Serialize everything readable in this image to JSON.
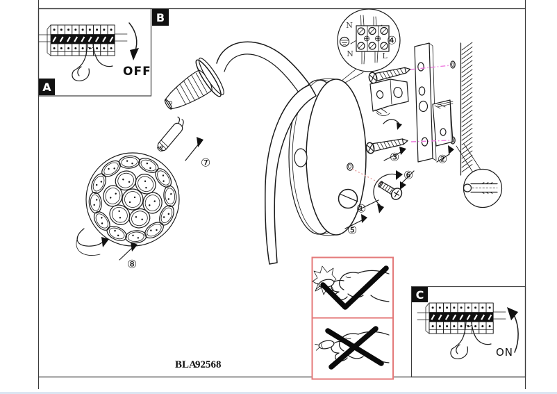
{
  "document": {
    "type": "wall-lamp installation instructions"
  },
  "product_code": {
    "prefix": "BLA",
    "number": "92568"
  },
  "colors": {
    "ink": "#1b1b1b",
    "code_number": "#35e052",
    "guide_line": "#ee7ce0",
    "hint_line": "#e59494",
    "warning_border": "#e47a7a"
  },
  "panels": {
    "a": {
      "label": "A",
      "status": "OFF"
    },
    "b": {
      "label": "B"
    },
    "c": {
      "label": "C",
      "status": "ON"
    }
  },
  "terminal_detail": {
    "neutral_top": "N",
    "neutral_bottom": "N",
    "live": "L",
    "step": "④"
  },
  "steps": {
    "s1": "①",
    "s2": "②",
    "s3": "③",
    "s5": "⑤",
    "s6": "⑥",
    "s7": "⑦",
    "s8": "⑧"
  }
}
